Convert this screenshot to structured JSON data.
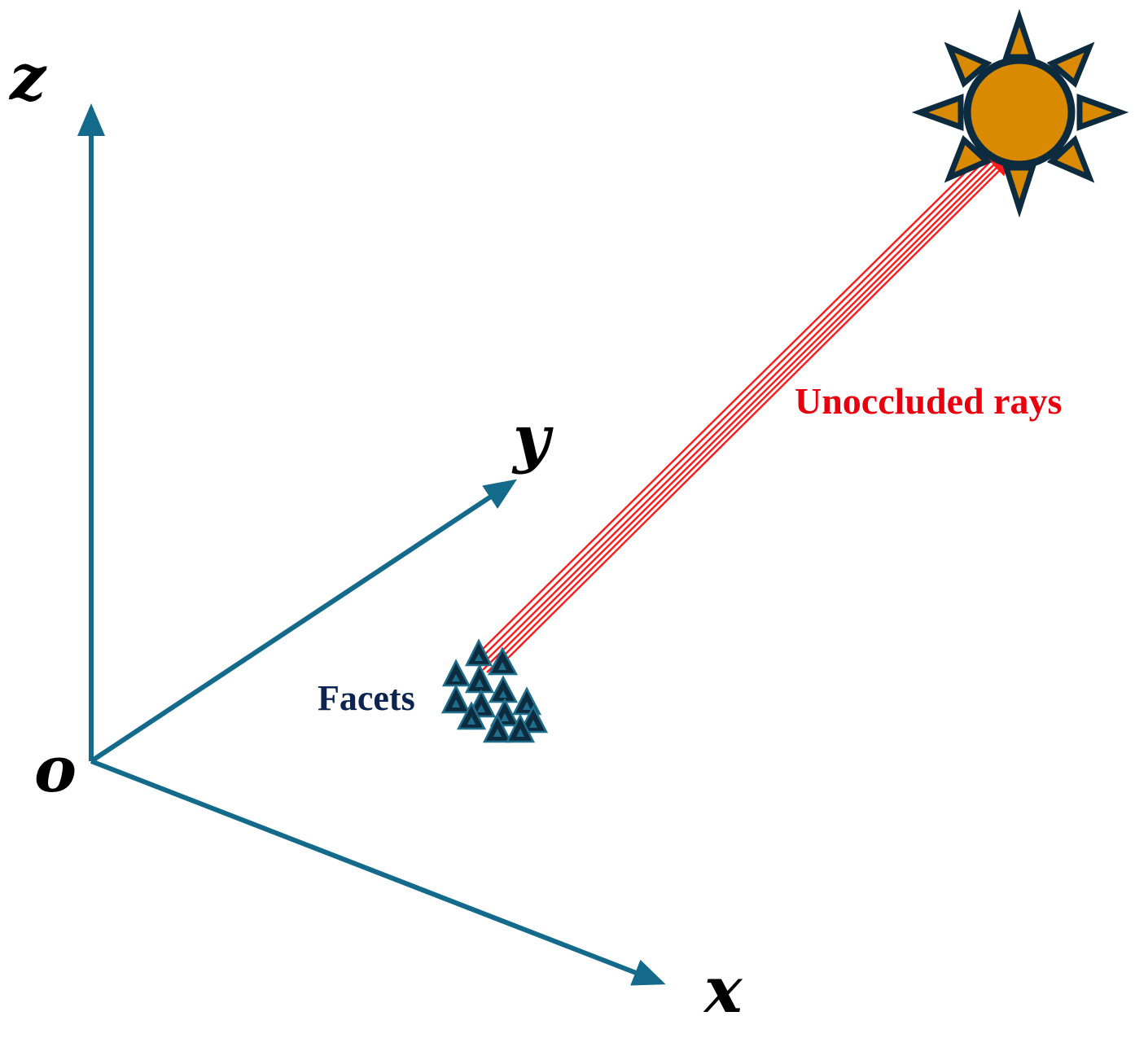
{
  "labels": {
    "z": "z",
    "y": "y",
    "x": "x",
    "origin": "o",
    "facets": "Facets",
    "rays": "Unoccluded rays"
  },
  "colors": {
    "axis": "#136a8a",
    "label": "#000000",
    "facets_text": "#0d2350",
    "facet_fill": "#0c2b3f",
    "facet_inner": "#1f6e8c",
    "ray": "#ff1a1a",
    "rays_text": "#e8000f",
    "sun_fill": "#d98a00",
    "sun_outline": "#0c2b3f"
  },
  "icons": {
    "sun": "sun-icon",
    "facets": "facet-triangle-icon"
  }
}
